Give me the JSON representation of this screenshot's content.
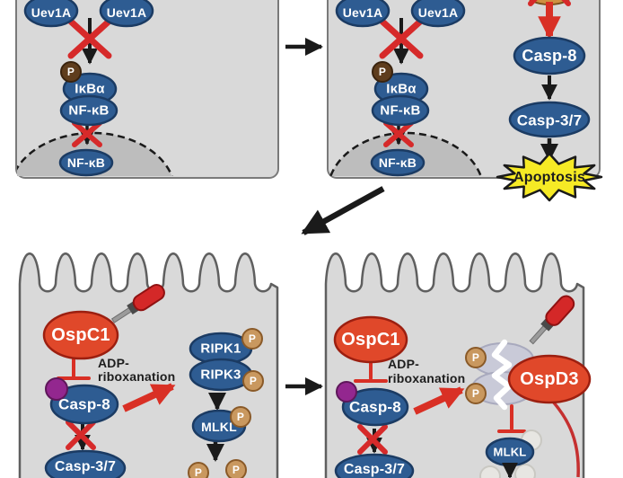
{
  "figure": {
    "type": "cell-signaling-pathway-diagram",
    "panel_count": 4,
    "flow": "top-left panel → top-right panel → bottom-left panel → bottom-right panel"
  },
  "labels": {
    "uev1a": "Uev1A",
    "phospho": "P",
    "ikb_alpha": "IκBα",
    "nf_kb": "NF-κB",
    "casp8": "Casp-8",
    "casp37": "Casp-3/7",
    "apoptosis": "Apoptosis",
    "ospc1": "OspC1",
    "ospd3": "OspD3",
    "adp_riboxanation_line1": "ADP-",
    "adp_riboxanation_line2": "riboxanation",
    "ripk1": "RIPK1",
    "ripk3": "RIPK3",
    "mlkl": "MLKL"
  },
  "colors": {
    "panel_bg": "#d9d9d9",
    "nucleus_bg": "#bdbdbd",
    "node_blue": "#2e5c92",
    "node_red": "#e0482a",
    "phospho_tan": "#c9985f",
    "phospho_brown": "#5f3d1d",
    "modification_purple": "#93278f",
    "accent_red": "#d93025",
    "apoptosis_yellow": "#f6ea25",
    "degraded_node": "#c9cad8"
  }
}
